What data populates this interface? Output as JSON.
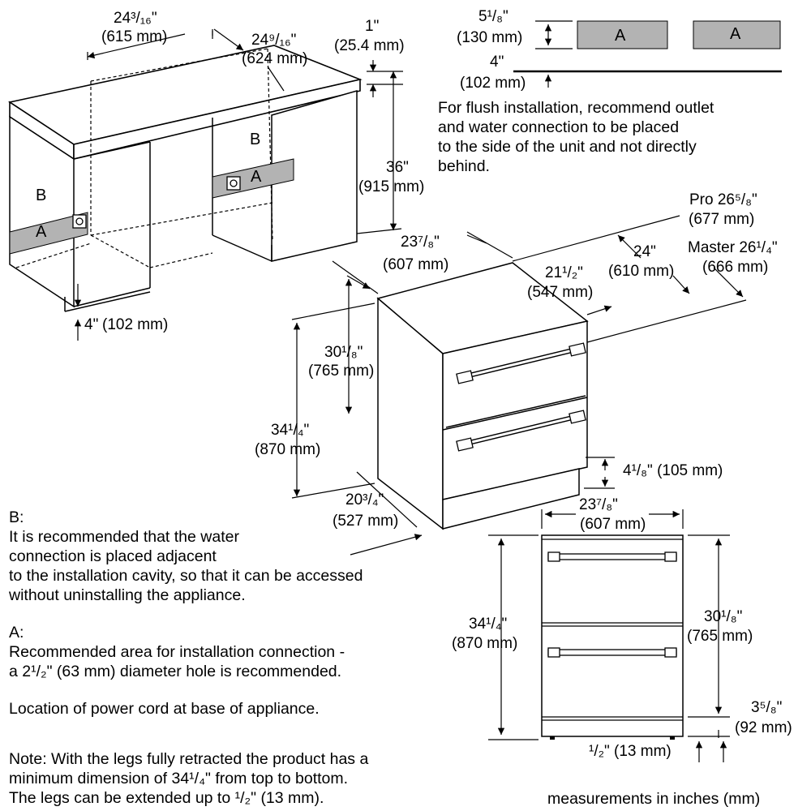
{
  "cabinet": {
    "width_1_in": "24³/₁₆\"",
    "width_1_mm": "(615 mm)",
    "width_2_in": "24⁹/₁₆\"",
    "width_2_mm": "(624 mm)",
    "top_in": "1\"",
    "top_mm": "(25.4 mm)",
    "height_in": "36\"",
    "height_mm": "(915 mm)",
    "base_in": "4\"",
    "base_mm": "(102 mm)",
    "label_a": "A",
    "label_b": "B"
  },
  "flush": {
    "height_in": "5¹/₈\"",
    "height_mm": "(130 mm)",
    "gap_in": "4\"",
    "gap_mm": "(102 mm)",
    "label_a": "A",
    "note": "For flush installation, recommend outlet\nand water connection to be placed\nto the side of the unit and not directly\nbehind."
  },
  "unit": {
    "width_in": "23⁷/₈\"",
    "width_mm": "(607 mm)",
    "inner_depth_in": "21¹/₂\"",
    "inner_depth_mm": "(547 mm)",
    "depth_in": "24\"",
    "depth_mm": "(610 mm)",
    "pro_depth": "Pro 26⁵/₈\"",
    "pro_depth_mm": "(677 mm)",
    "master_depth": "Master 26¹/₄\"",
    "master_depth_mm": "(666 mm)",
    "case_height_in": "30¹/₈\"",
    "case_height_mm": "(765 mm)",
    "total_height_in": "34¹/₄\"",
    "total_height_mm": "(870 mm)",
    "toe_in": "4¹/₈\" (105 mm)",
    "side_depth_in": "20³/₄\"",
    "side_depth_mm": "(527 mm)"
  },
  "front": {
    "width_in": "23⁷/₈\"",
    "width_mm": "(607 mm)",
    "total_height_in": "34¹/₄\"",
    "total_height_mm": "(870 mm)",
    "case_height_in": "30¹/₈\"",
    "case_height_mm": "(765 mm)",
    "plinth_in": "3⁵/₈\"",
    "plinth_mm": "(92 mm)",
    "legs": "¹/₂\" (13 mm)"
  },
  "notes": {
    "b": "B:\nIt is recommended that the water\nconnection is placed adjacent\nto the installation cavity, so that it can be accessed\nwithout uninstalling the appliance.",
    "a": "A:\nRecommended area for installation connection -\na 2¹/₂\" (63 mm) diameter hole is recommended.",
    "power": "Location of power cord at base of appliance.",
    "legs": "Note: With the legs fully retracted the product has a\nminimum dimension of 34¹/₄\" from top to bottom.\nThe legs can be extended up to ¹/₂\" (13 mm).",
    "units": "measurements in inches (mm)"
  }
}
